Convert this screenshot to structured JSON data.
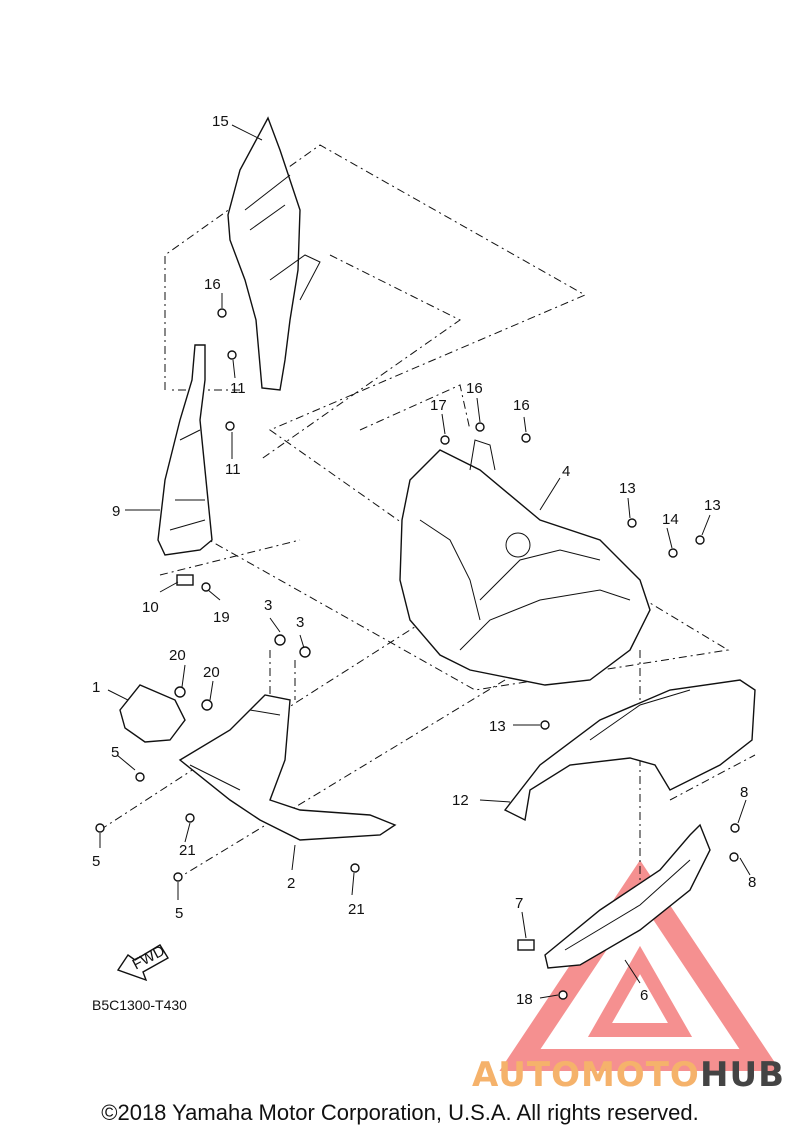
{
  "diagram": {
    "labels": [
      "1",
      "2",
      "3",
      "3",
      "4",
      "5",
      "5",
      "5",
      "6",
      "7",
      "8",
      "8",
      "9",
      "10",
      "11",
      "11",
      "12",
      "13",
      "13",
      "13",
      "14",
      "15",
      "16",
      "16",
      "16",
      "17",
      "18",
      "19",
      "20",
      "20",
      "21",
      "21"
    ],
    "ref_code": "B5C1300-T430",
    "fwd_label": "FWD",
    "copyright": "©2018 Yamaha Motor Corporation, U.S.A. All rights reserved.",
    "logo": {
      "part1": "AUTOMOTO",
      "part2": "HUB",
      "accent": "#f26b6b",
      "accent2": "#f5b26b",
      "dark": "#444444"
    }
  }
}
